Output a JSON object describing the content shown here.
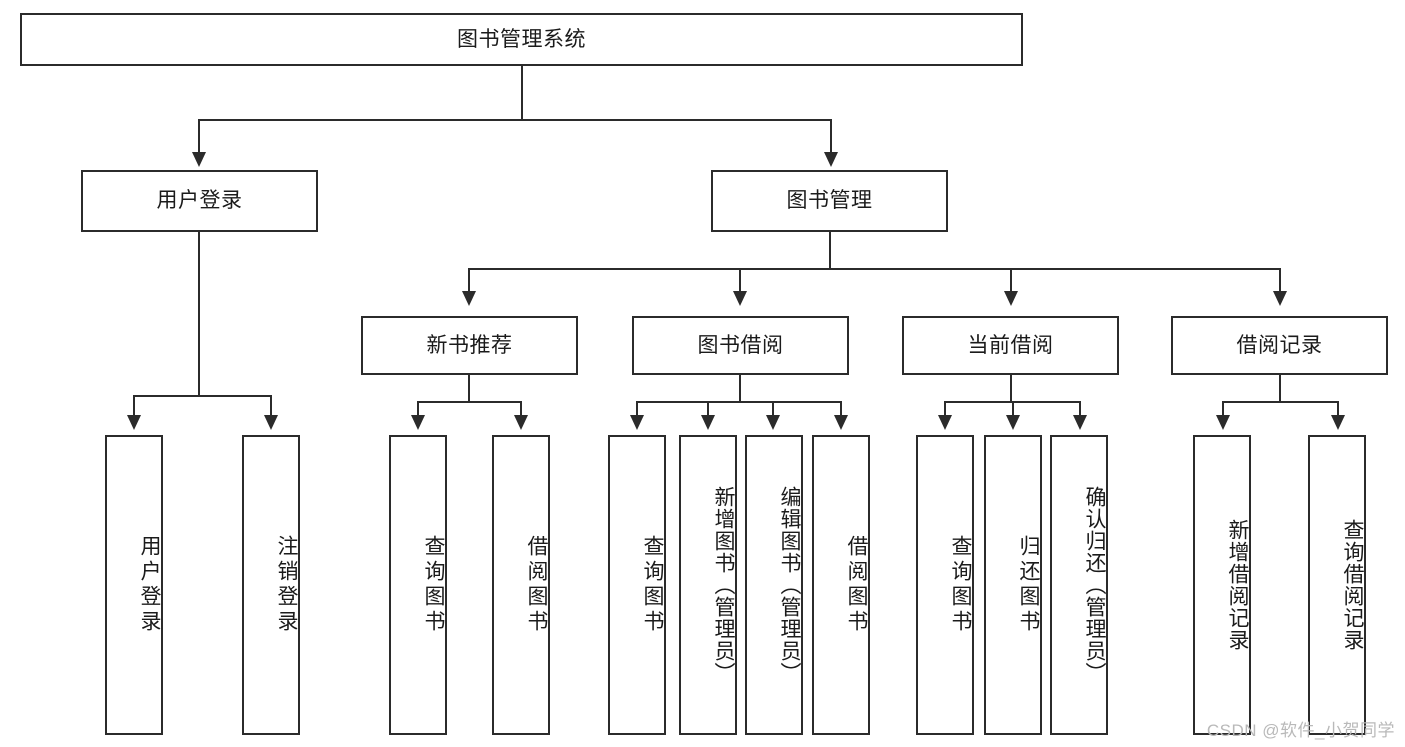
{
  "diagram": {
    "title": "图书管理系统",
    "type": "tree-hierarchy-diagram",
    "root": {
      "label": "图书管理系统"
    },
    "level2": [
      {
        "label": "用户登录"
      },
      {
        "label": "图书管理"
      }
    ],
    "level3": [
      {
        "label": "新书推荐"
      },
      {
        "label": "图书借阅"
      },
      {
        "label": "当前借阅"
      },
      {
        "label": "借阅记录"
      }
    ],
    "leaves": {
      "user_login": [
        {
          "label": "用户登录"
        },
        {
          "label": "注销登录"
        }
      ],
      "new_book_recommend": [
        {
          "label": "查询图书"
        },
        {
          "label": "借阅图书"
        }
      ],
      "book_borrow": [
        {
          "label": "查询图书"
        },
        {
          "label": "新增图书（管理员）"
        },
        {
          "label": "编辑图书（管理员）"
        },
        {
          "label": "借阅图书"
        }
      ],
      "current_borrow": [
        {
          "label": "查询图书"
        },
        {
          "label": "归还图书"
        },
        {
          "label": "确认归还（管理员）"
        }
      ],
      "borrow_record": [
        {
          "label": "新增借阅记录"
        },
        {
          "label": "查询借阅记录"
        }
      ]
    }
  },
  "watermark": {
    "text": "CSDN @软件_小贺同学"
  },
  "colors": {
    "stroke": "#2b2b2b",
    "background": "#ffffff",
    "text": "#1b1b1b",
    "watermark": "#b9b9b9"
  }
}
